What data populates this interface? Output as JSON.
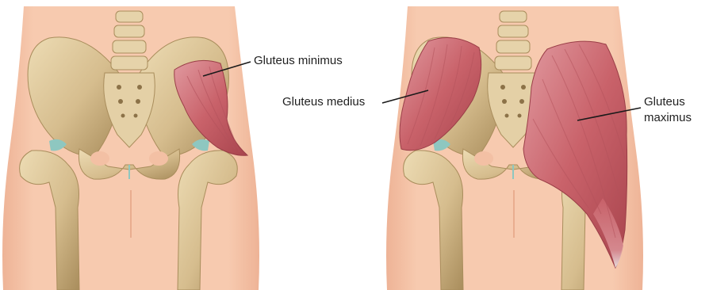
{
  "labels": {
    "gluteus_minimus": "Gluteus minimus",
    "gluteus_medius": "Gluteus medius",
    "gluteus_maximus_line1": "Gluteus",
    "gluteus_maximus_line2": "maximus"
  },
  "colors": {
    "skin": "#f6c7ad",
    "skin_shadow": "#e9ad8f",
    "bone": "#dcc59a",
    "bone_shadow": "#b39868",
    "bone_dark": "#8c7248",
    "cartilage": "#8ec7c0",
    "muscle": "#c9626a",
    "muscle_light": "#dc8a90",
    "tendon": "#e2e2e2",
    "leader_line": "#1a1a1a"
  }
}
